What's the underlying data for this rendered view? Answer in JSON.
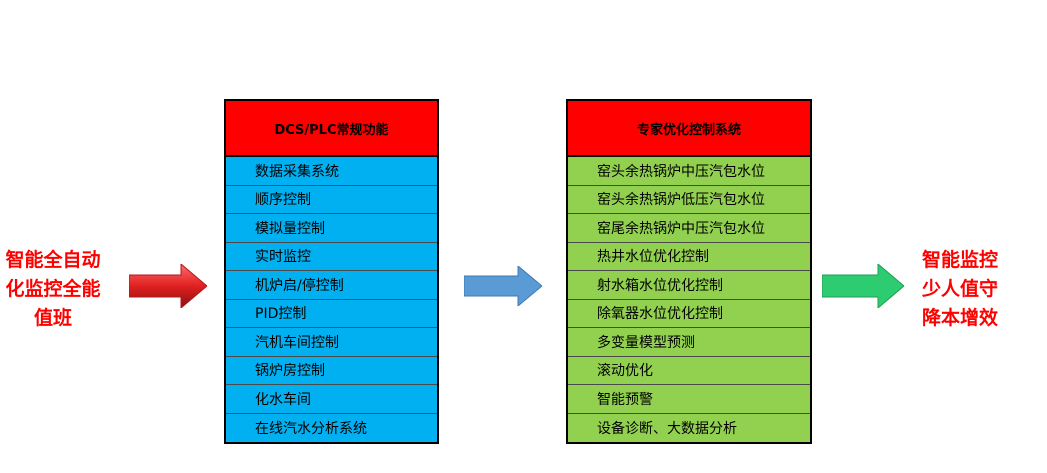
{
  "left_text": {
    "lines": [
      "智能全自动",
      "化监控全能",
      "值班"
    ],
    "color": "#ff0000"
  },
  "right_text": {
    "lines": [
      "智能监控",
      "少人值守",
      "降本增效"
    ],
    "color": "#ff0000"
  },
  "dcs_table": {
    "title": "DCS/PLC常规功能",
    "header_color": "#ff0000",
    "row_color": "#00b0f0",
    "items": [
      "数据采集系统",
      "顺序控制",
      "模拟量控制",
      "实时监控",
      "机炉启/停控制",
      "PID控制",
      "汽机车间控制",
      "锅炉房控制",
      "化水车间",
      "在线汽水分析系统"
    ]
  },
  "expert_table": {
    "title": "专家优化控制系统",
    "header_color": "#ff0000",
    "row_color": "#92d050",
    "items": [
      "窑头余热锅炉中压汽包水位",
      "窑头余热锅炉低压汽包水位",
      "窑尾余热锅炉中压汽包水位",
      "热井水位优化控制",
      "射水箱水位优化控制",
      "除氧器水位优化控制",
      "多变量模型预测",
      "滚动优化",
      "智能预警",
      "设备诊断、大数据分析"
    ]
  },
  "arrows": {
    "red": "#e02020",
    "blue": "#5b9bd5",
    "green": "#2ecc71"
  }
}
